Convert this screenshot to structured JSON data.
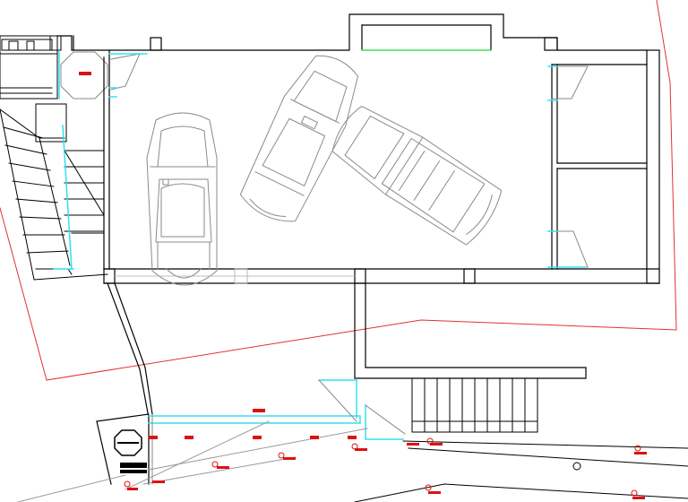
{
  "drawing": {
    "kind": "architectural floor plan",
    "colors": {
      "walls": "#000000",
      "boundary": "#e53030",
      "windows": "#33e0f0",
      "opening": "#44dd55",
      "furniture": "#9a9a9a",
      "markers": "#dd1111",
      "background": "#ffffff"
    },
    "rooms": [
      {
        "name": "garage"
      },
      {
        "name": "staircase"
      },
      {
        "name": "storage-upper"
      },
      {
        "name": "storage-lower"
      },
      {
        "name": "ramp-area"
      }
    ],
    "vehicles": [
      {
        "name": "car-sedan",
        "orientation": "vertical"
      },
      {
        "name": "car-sports",
        "orientation": "diagonal"
      },
      {
        "name": "car-suv",
        "orientation": "diagonal"
      }
    ],
    "icons": [
      "octagon-column-icon",
      "staircase-icon",
      "ramp-steps-icon",
      "door-swing-icon"
    ]
  }
}
